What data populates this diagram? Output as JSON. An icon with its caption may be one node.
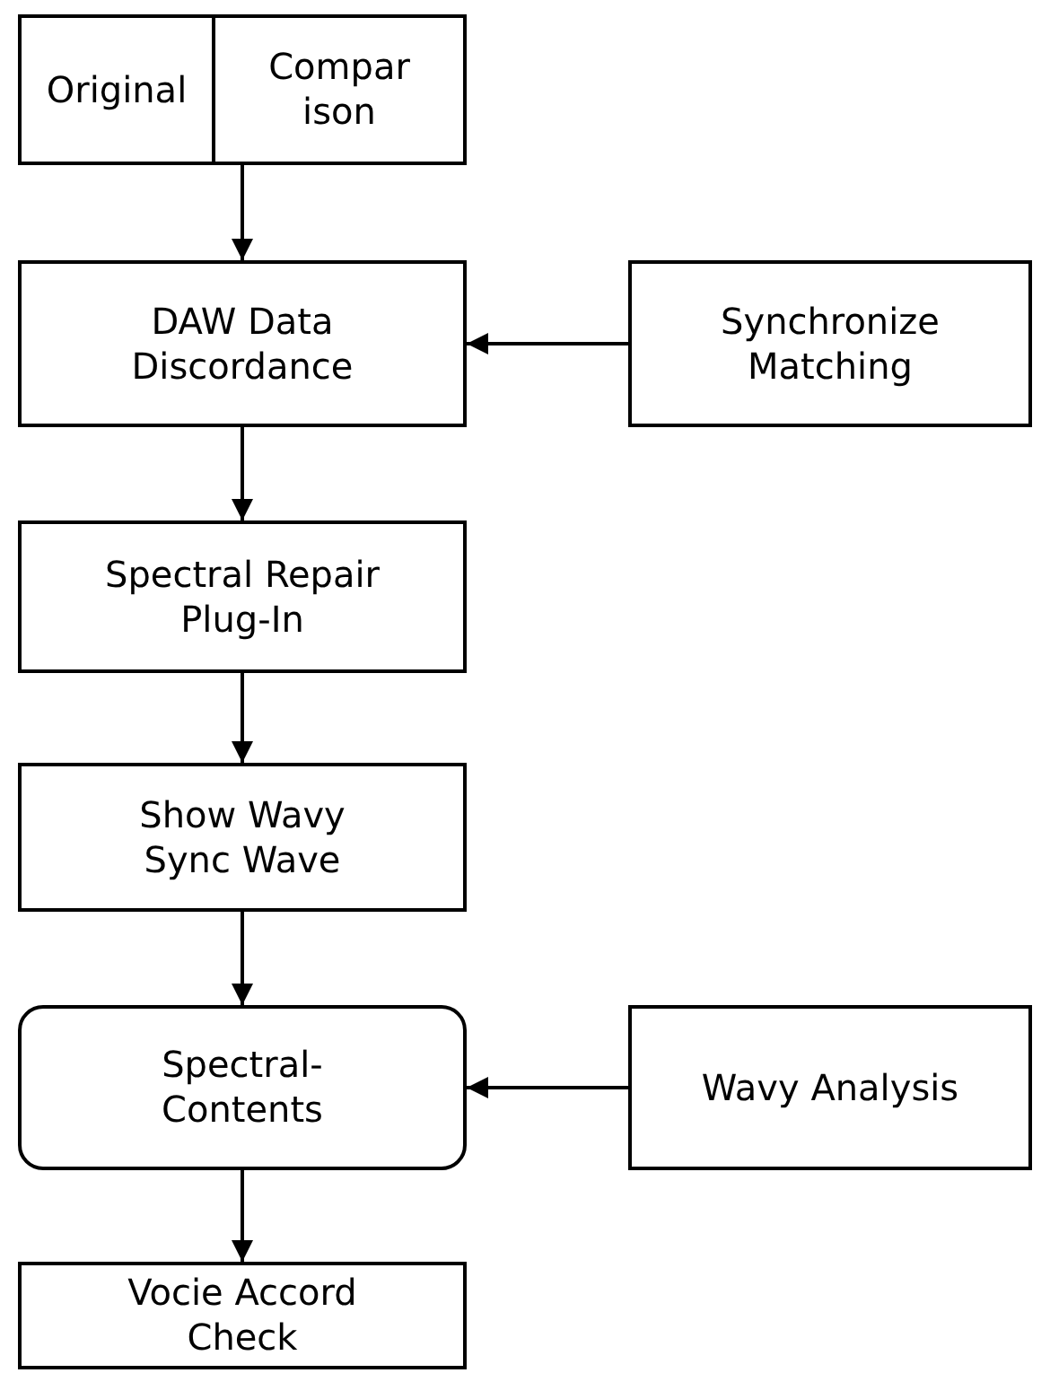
{
  "diagram": {
    "nodes": [
      {
        "text": [
          "Original",
          "Comparison"
        ]
      },
      {
        "text": [
          "DAW Data Discordance"
        ]
      },
      {
        "text": [
          "Synchronize Matching"
        ]
      },
      {
        "text": [
          "Spectral Repair Plug-In"
        ]
      },
      {
        "text": [
          "Show Wavy Sync Wave"
        ]
      },
      {
        "text": [
          "Spectral-Contents"
        ]
      },
      {
        "text": [
          "Wavy Analysis"
        ]
      },
      {
        "text": [
          "Vocie Accord Check"
        ]
      }
    ],
    "edges": [
      {
        "from": 0,
        "to": 1,
        "arrow": "to"
      },
      {
        "from": 2,
        "to": 1,
        "arrow": "to"
      },
      {
        "from": 1,
        "to": 3,
        "arrow": "to"
      },
      {
        "from": 3,
        "to": 4,
        "arrow": "to"
      },
      {
        "from": 4,
        "to": 5,
        "arrow": "to"
      },
      {
        "from": 6,
        "to": 5,
        "arrow": "to"
      },
      {
        "from": 5,
        "to": 7,
        "arrow": "to"
      }
    ]
  }
}
